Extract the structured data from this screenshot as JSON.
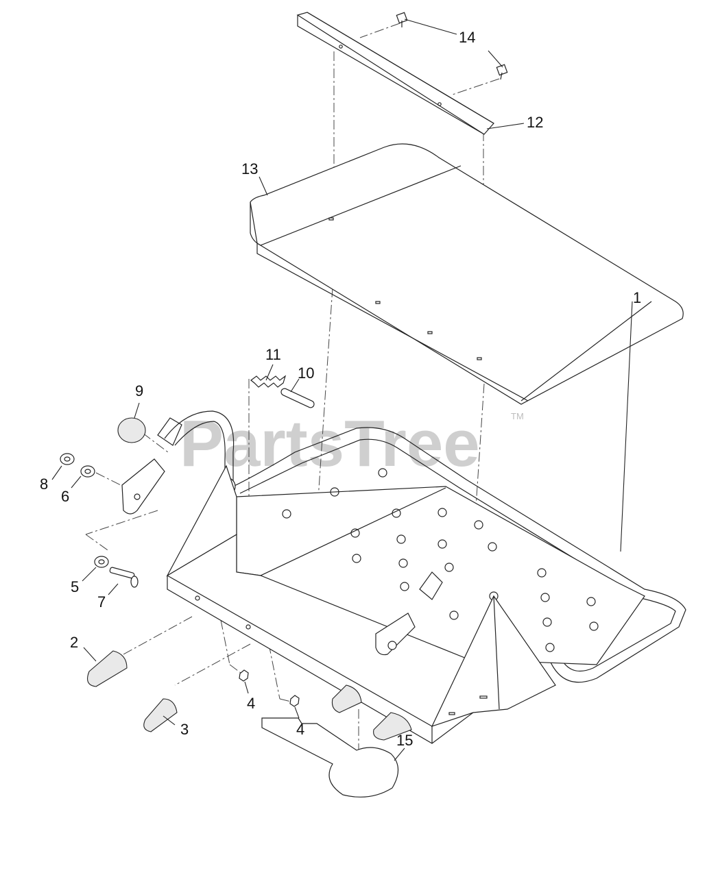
{
  "watermark": {
    "text": "PartsTree",
    "trademark": "TM"
  },
  "callouts": [
    {
      "id": "callout-1",
      "text": "1"
    },
    {
      "id": "callout-2",
      "text": "2"
    },
    {
      "id": "callout-3",
      "text": "3"
    },
    {
      "id": "callout-4a",
      "text": "4"
    },
    {
      "id": "callout-4b",
      "text": "4"
    },
    {
      "id": "callout-5",
      "text": "5"
    },
    {
      "id": "callout-6",
      "text": "6"
    },
    {
      "id": "callout-7",
      "text": "7"
    },
    {
      "id": "callout-8",
      "text": "8"
    },
    {
      "id": "callout-9",
      "text": "9"
    },
    {
      "id": "callout-10",
      "text": "10"
    },
    {
      "id": "callout-11",
      "text": "11"
    },
    {
      "id": "callout-12",
      "text": "12"
    },
    {
      "id": "callout-13",
      "text": "13"
    },
    {
      "id": "callout-14",
      "text": "14"
    },
    {
      "id": "callout-15",
      "text": "15"
    }
  ]
}
